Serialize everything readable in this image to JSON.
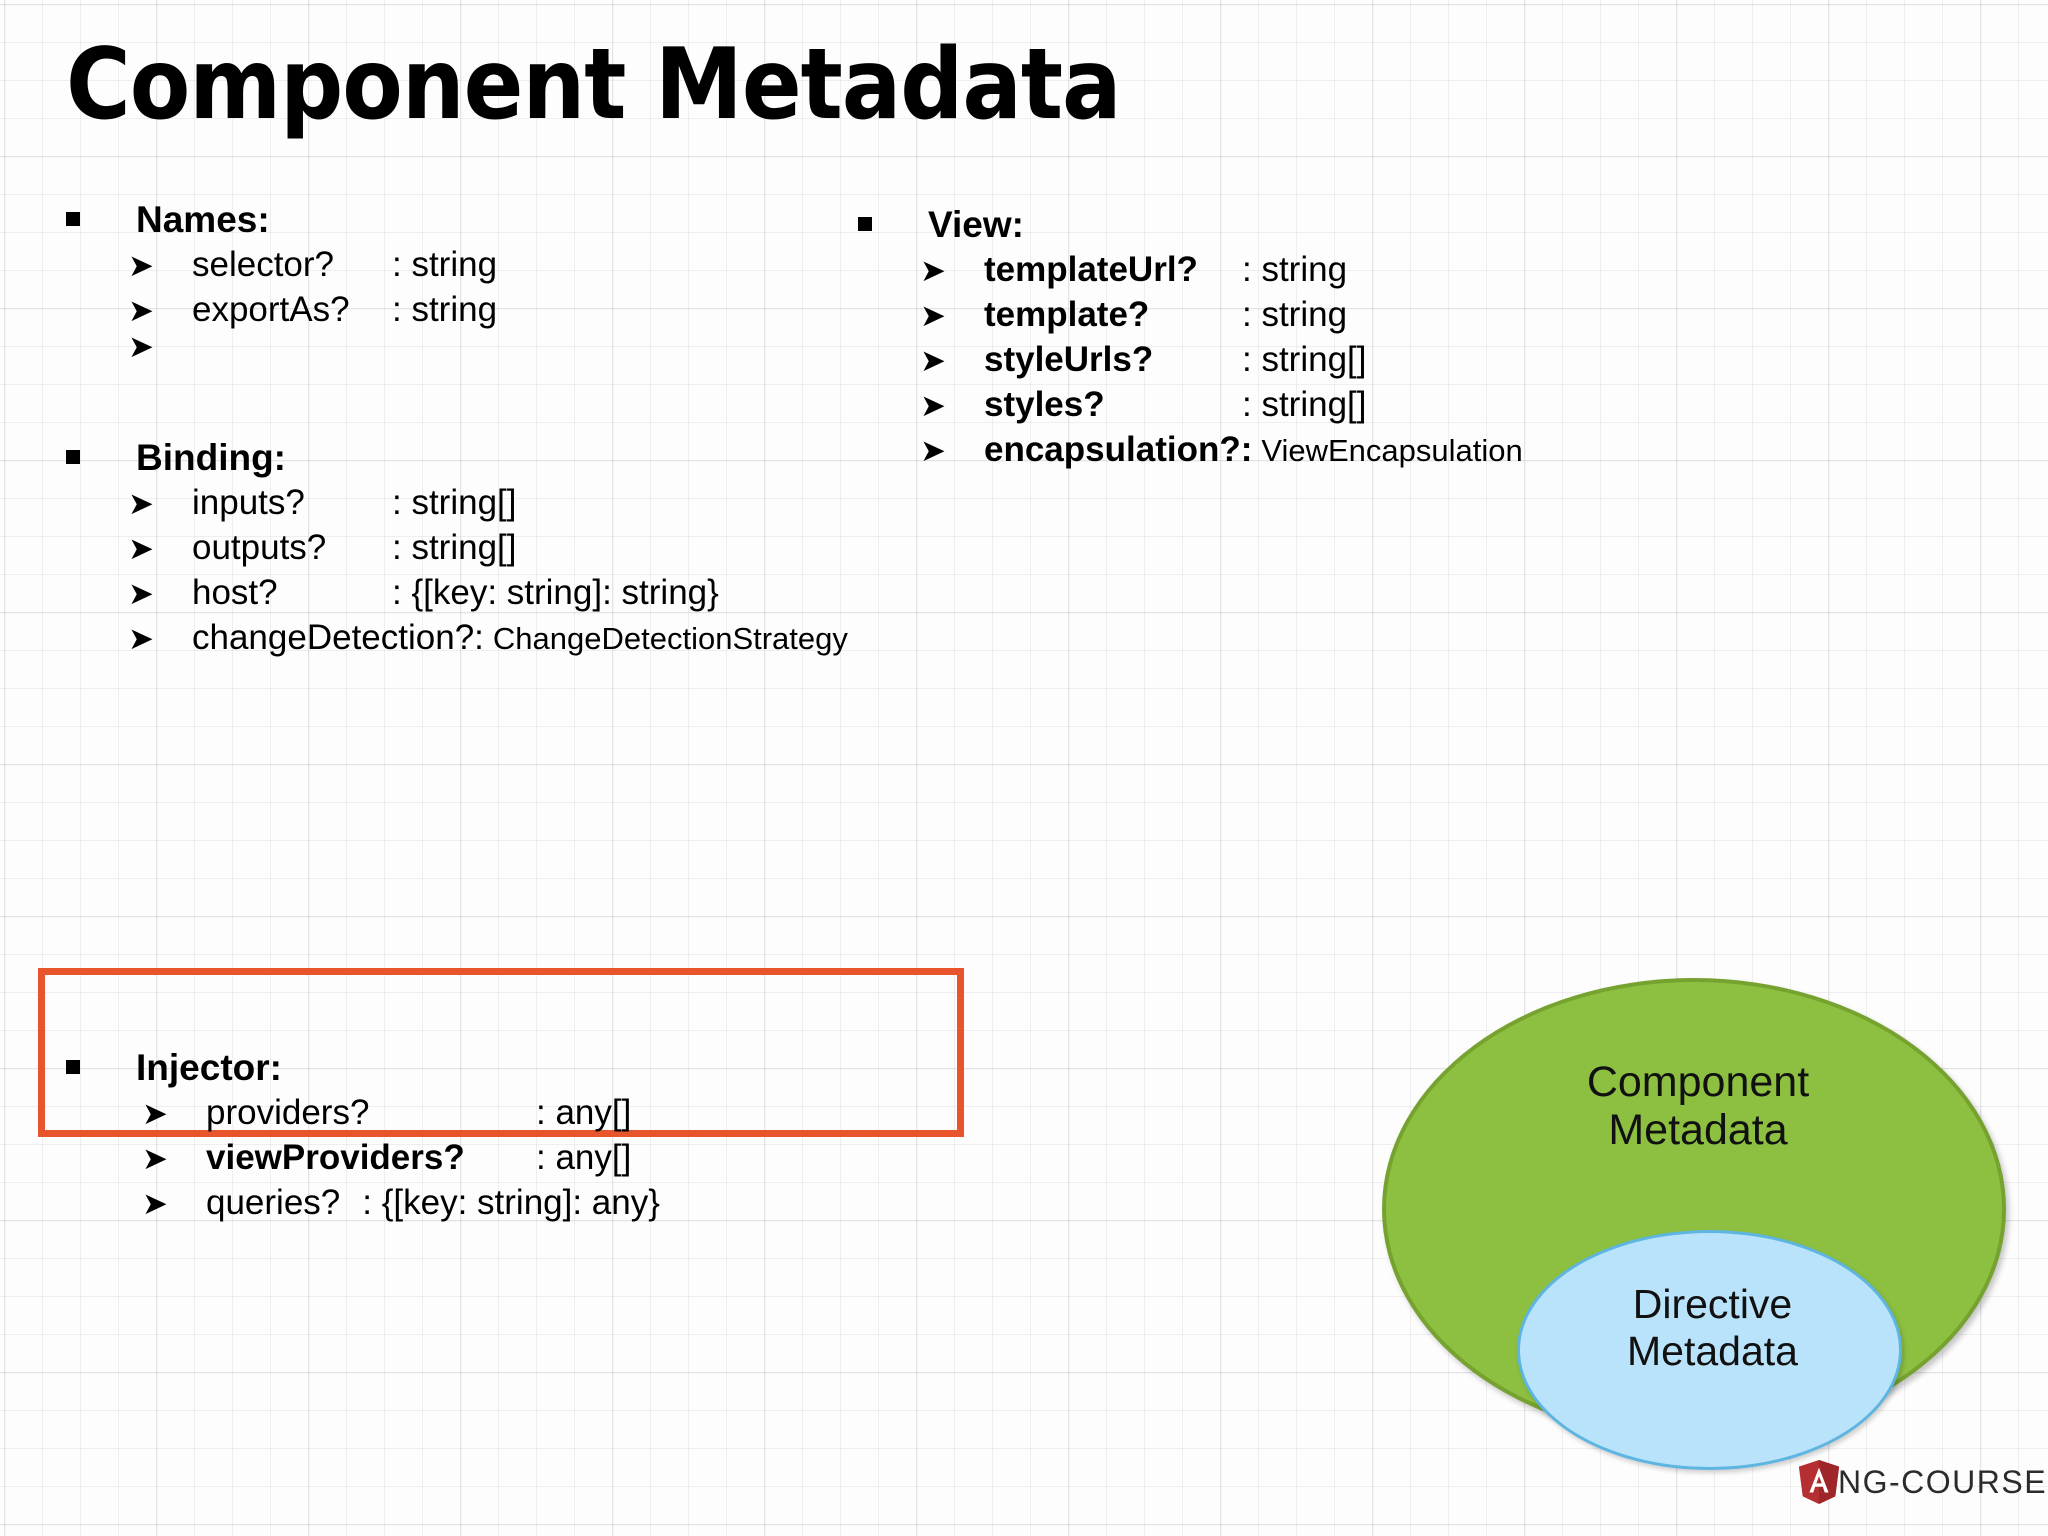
{
  "slide": {
    "title": "Component Metadata",
    "accent_orange": "#E8552D",
    "venn_green": "#8DC041",
    "venn_blue": "#B9E3FA"
  },
  "names_group": {
    "heading": "Names:",
    "items": [
      {
        "prop": "selector?",
        "type": ": string",
        "bold": false
      },
      {
        "prop": "exportAs?",
        "type": ": string",
        "bold": false
      },
      {
        "prop": "",
        "type": "",
        "bold": false
      }
    ]
  },
  "binding_group": {
    "heading": "Binding:",
    "items": [
      {
        "prop": "inputs?",
        "type": ": string[]",
        "bold": false
      },
      {
        "prop": "outputs?",
        "type": ": string[]",
        "bold": false
      },
      {
        "prop": "host?",
        "type": ": {[key: string]: string}",
        "bold": false
      },
      {
        "prop": "changeDetection?:",
        "type": "ChangeDetectionStrategy",
        "bold": false
      }
    ]
  },
  "view_group": {
    "heading": "View:",
    "items": [
      {
        "prop": "templateUrl?",
        "type": ": string",
        "bold": true
      },
      {
        "prop": "template?",
        "type": ": string",
        "bold": true
      },
      {
        "prop": "styleUrls?",
        "type": ": string[]",
        "bold": true
      },
      {
        "prop": "styles?",
        "type": ": string[]",
        "bold": true
      },
      {
        "prop": "encapsulation?:",
        "type": "ViewEncapsulation",
        "bold": true
      }
    ]
  },
  "injector_group": {
    "heading": "Injector:",
    "items": [
      {
        "prop": "providers?",
        "type": ": any[]",
        "bold": false
      },
      {
        "prop": "viewProviders?",
        "type": ": any[]",
        "bold": true
      },
      {
        "prop": "queries?",
        "type": ": {[key: string]: any}",
        "bold": false
      }
    ]
  },
  "venn": {
    "outer_label_line1": "Component",
    "outer_label_line2": "Metadata",
    "inner_label_line1": "Directive",
    "inner_label_line2": "Metadata"
  },
  "logo": {
    "text": "NG-COURSE",
    "letter": "A"
  },
  "icons": {
    "square_bullet": "square-bullet-icon",
    "arrow_bullet": "arrow-bullet-icon"
  }
}
